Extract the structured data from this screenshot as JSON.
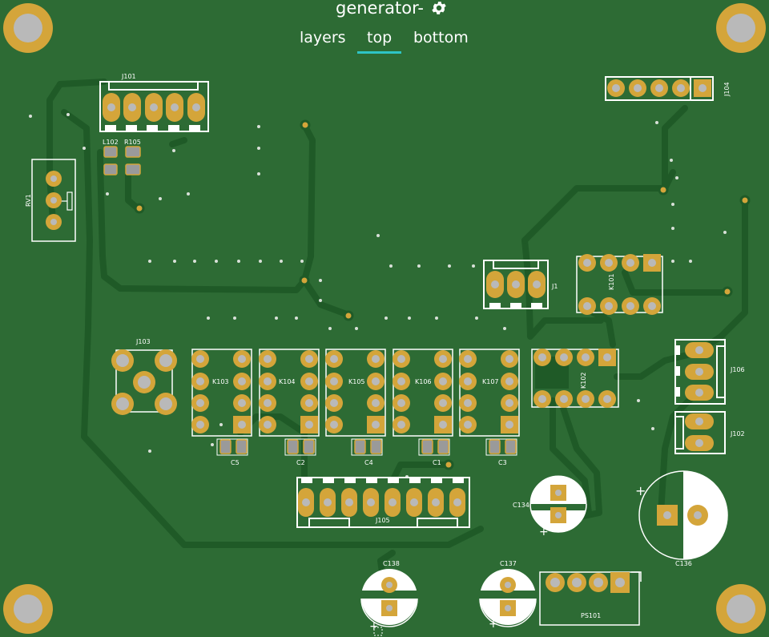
{
  "app": {
    "title": "generator-",
    "settings_icon": "gear-icon"
  },
  "tabs": [
    {
      "label": "layers",
      "active": false
    },
    {
      "label": "top",
      "active": true
    },
    {
      "label": "bottom",
      "active": false
    }
  ],
  "colors": {
    "board": "#2d6b34",
    "trace": "#1f5a27",
    "copper_pad": "#d4a53a",
    "drill": "#b9b9b9",
    "silkscreen": "#ffffff",
    "smd_pad": "#9a9a9a",
    "tab_underline": "#2ec4c6"
  },
  "components": {
    "J101": "J101",
    "J104": "J104",
    "L102": "L102",
    "R105": "R105",
    "RV1": "RV1",
    "J1": "J1",
    "K101": "K101",
    "J103": "J103",
    "K103": "K103",
    "K104": "K104",
    "K105": "K105",
    "K106": "K106",
    "K107": "K107",
    "K102": "K102",
    "J106": "J106",
    "J102": "J102",
    "C5": "C5",
    "C2": "C2",
    "C4": "C4",
    "C1": "C1",
    "C3": "C3",
    "J105": "J105",
    "C134": "C134",
    "C136": "C136",
    "C138": "C138",
    "C137": "C137",
    "PS101": "PS101"
  },
  "polarity": {
    "plus": "+"
  }
}
